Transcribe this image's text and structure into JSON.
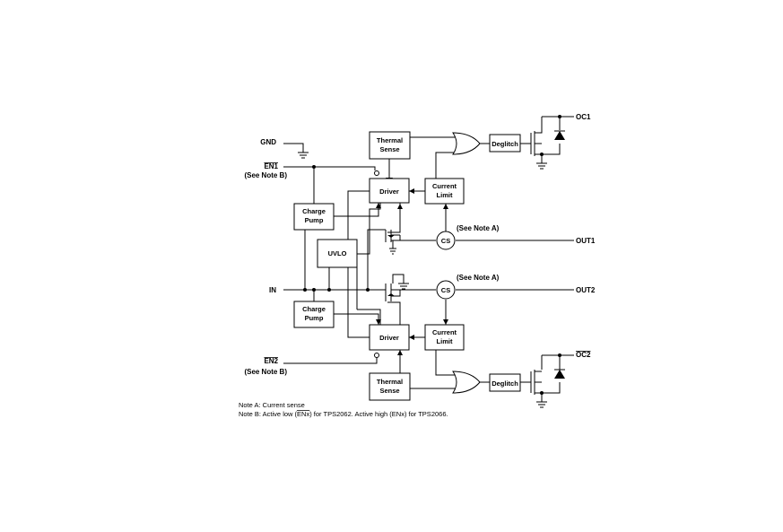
{
  "pins": {
    "gnd": "GND",
    "en1": "EN1",
    "en1_note": "(See Note B)",
    "in": "IN",
    "en2": "EN2",
    "en2_note": "(See Note B)",
    "oc1": "OC1",
    "oc2": "OC2",
    "out1": "OUT1",
    "out2": "OUT2"
  },
  "blocks": {
    "thermal_sense_1": [
      "Thermal",
      "Sense"
    ],
    "driver_1": "Driver",
    "current_limit_1": [
      "Current",
      "Limit"
    ],
    "deglitch_1": "Deglitch",
    "charge_pump_1": [
      "Charge",
      "Pump"
    ],
    "uvlo": "UVLO",
    "charge_pump_2": [
      "Charge",
      "Pump"
    ],
    "driver_2": "Driver",
    "current_limit_2": [
      "Current",
      "Limit"
    ],
    "thermal_sense_2": [
      "Thermal",
      "Sense"
    ],
    "deglitch_2": "Deglitch",
    "cs_1": "CS",
    "cs_2": "CS"
  },
  "annotations": {
    "see_note_a_1": "(See Note A)",
    "see_note_a_2": "(See Note A)"
  },
  "notes": {
    "note_a": "Note A: Current sense",
    "note_b_pre": "Note B: Active low (",
    "note_b_enx1": "ENx",
    "note_b_mid": ") for TPS2062. Active high (ENx) for TPS2066."
  }
}
